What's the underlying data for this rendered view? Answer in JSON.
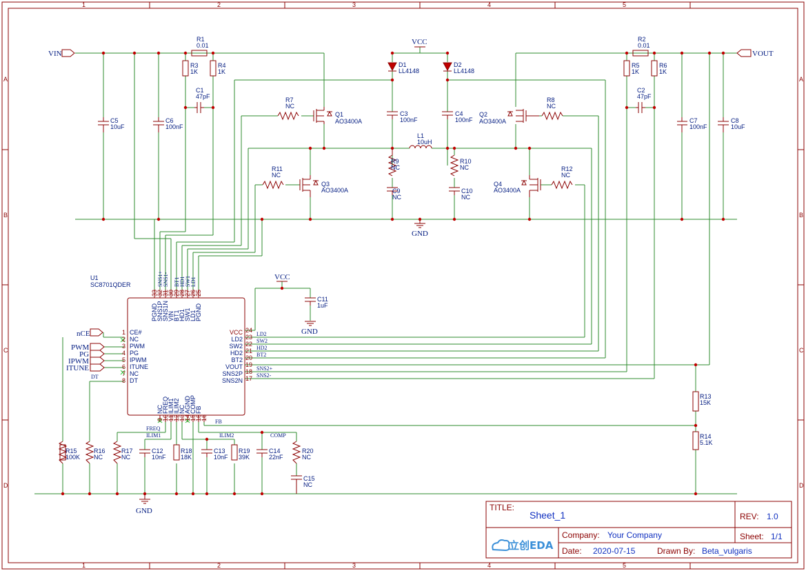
{
  "frame": {
    "columns": [
      "1",
      "2",
      "3",
      "4",
      "5"
    ],
    "rows": [
      "A",
      "B",
      "C",
      "D"
    ]
  },
  "title_block": {
    "title_label": "TITLE:",
    "title_value": "Sheet_1",
    "rev_label": "REV:",
    "rev_value": "1.0",
    "company_label": "Company:",
    "company_value": "Your Company",
    "sheet_label": "Sheet:",
    "sheet_value": "1/1",
    "date_label": "Date:",
    "date_value": "2020-07-15",
    "drawn_label": "Drawn By:",
    "drawn_value": "Beta_vulgaris",
    "logo_text": "立创EDA"
  },
  "ports": {
    "vin": "VIN",
    "vout": "VOUT",
    "nce": "nCE",
    "pwm": "PWM",
    "pg": "PG",
    "ipwm": "IPWM",
    "itune": "ITUNE",
    "dt": "DT"
  },
  "power": {
    "vcc_top": "VCC",
    "vcc_mid": "VCC",
    "gnd_mid": "GND",
    "gnd_c11": "GND",
    "gnd_bottom": "GND"
  },
  "ic": {
    "ref": "U1",
    "part": "SC8701QDER",
    "left_pins": [
      {
        "num": "1",
        "name": "CE#"
      },
      {
        "num": "2",
        "name": "NC"
      },
      {
        "num": "3",
        "name": "PWM"
      },
      {
        "num": "4",
        "name": "PG"
      },
      {
        "num": "5",
        "name": "IPWM"
      },
      {
        "num": "6",
        "name": "ITUNE"
      },
      {
        "num": "7",
        "name": "NC"
      },
      {
        "num": "8",
        "name": "DT"
      }
    ],
    "right_pins": [
      {
        "num": "24",
        "name": "VCC"
      },
      {
        "num": "23",
        "name": "LD2"
      },
      {
        "num": "22",
        "name": "SW2"
      },
      {
        "num": "21",
        "name": "HD2"
      },
      {
        "num": "20",
        "name": "BT2"
      },
      {
        "num": "19",
        "name": "VOUT"
      },
      {
        "num": "18",
        "name": "SNS2P"
      },
      {
        "num": "17",
        "name": "SNS2N"
      }
    ],
    "top_pins": [
      {
        "num": "33",
        "name": "PGND"
      },
      {
        "num": "32",
        "name": "SNS1P"
      },
      {
        "num": "31",
        "name": "SNS1N"
      },
      {
        "num": "30",
        "name": "VIN"
      },
      {
        "num": "29",
        "name": "BT1"
      },
      {
        "num": "28",
        "name": "HD1"
      },
      {
        "num": "27",
        "name": "SW1"
      },
      {
        "num": "26",
        "name": "LD1"
      },
      {
        "num": "25",
        "name": "PGND"
      }
    ],
    "bottom_pins": [
      {
        "num": "9",
        "name": "NC"
      },
      {
        "num": "10",
        "name": "FREQ"
      },
      {
        "num": "11",
        "name": "ILIM1"
      },
      {
        "num": "12",
        "name": "ILIM2"
      },
      {
        "num": "13",
        "name": "NC"
      },
      {
        "num": "14",
        "name": "AGND"
      },
      {
        "num": "15",
        "name": "COMP"
      },
      {
        "num": "16",
        "name": "FB"
      }
    ]
  },
  "nets": {
    "top": [
      "SNS1+",
      "SNS1-",
      "BT1",
      "HD1",
      "SW1",
      "LD1"
    ],
    "right": [
      "LD2",
      "SW2",
      "HD2",
      "BT2",
      "SNS2+",
      "SNS2-"
    ],
    "bottom": [
      "FREQ",
      "ILIM1",
      "ILIM2",
      "COMP",
      "FB"
    ]
  },
  "components": {
    "R1": {
      "ref": "R1",
      "value": "0.01"
    },
    "R2": {
      "ref": "R2",
      "value": "0.01"
    },
    "R3": {
      "ref": "R3",
      "value": "1K"
    },
    "R4": {
      "ref": "R4",
      "value": "1K"
    },
    "R5": {
      "ref": "R5",
      "value": "1K"
    },
    "R6": {
      "ref": "R6",
      "value": "1K"
    },
    "R7": {
      "ref": "R7",
      "value": "NC"
    },
    "R8": {
      "ref": "R8",
      "value": "NC"
    },
    "R9": {
      "ref": "R9",
      "value": "NC"
    },
    "R10": {
      "ref": "R10",
      "value": "NC"
    },
    "R11": {
      "ref": "R11",
      "value": "NC"
    },
    "R12": {
      "ref": "R12",
      "value": "NC"
    },
    "R13": {
      "ref": "R13",
      "value": "15K"
    },
    "R14": {
      "ref": "R14",
      "value": "5.1K"
    },
    "R15": {
      "ref": "R15",
      "value": "100K"
    },
    "R16": {
      "ref": "R16",
      "value": "NC"
    },
    "R17": {
      "ref": "R17",
      "value": "NC"
    },
    "R18": {
      "ref": "R18",
      "value": "18K"
    },
    "R19": {
      "ref": "R19",
      "value": "39K"
    },
    "R20": {
      "ref": "R20",
      "value": "NC"
    },
    "C1": {
      "ref": "C1",
      "value": "47pF"
    },
    "C2": {
      "ref": "C2",
      "value": "47pF"
    },
    "C3": {
      "ref": "C3",
      "value": "100nF"
    },
    "C4": {
      "ref": "C4",
      "value": "100nF"
    },
    "C5": {
      "ref": "C5",
      "value": "10uF"
    },
    "C6": {
      "ref": "C6",
      "value": "100nF"
    },
    "C7": {
      "ref": "C7",
      "value": "100nF"
    },
    "C8": {
      "ref": "C8",
      "value": "10uF"
    },
    "C9": {
      "ref": "C9",
      "value": "NC"
    },
    "C10": {
      "ref": "C10",
      "value": "NC"
    },
    "C11": {
      "ref": "C11",
      "value": "1uF"
    },
    "C12": {
      "ref": "C12",
      "value": "10nF"
    },
    "C13": {
      "ref": "C13",
      "value": "10nF"
    },
    "C14": {
      "ref": "C14",
      "value": "22nF"
    },
    "C15": {
      "ref": "C15",
      "value": "NC"
    },
    "D1": {
      "ref": "D1",
      "value": "LL4148"
    },
    "D2": {
      "ref": "D2",
      "value": "LL4148"
    },
    "L1": {
      "ref": "L1",
      "value": "10uH"
    },
    "Q1": {
      "ref": "Q1",
      "value": "AO3400A"
    },
    "Q2": {
      "ref": "Q2",
      "value": "AO3400A"
    },
    "Q3": {
      "ref": "Q3",
      "value": "AO3400A"
    },
    "Q4": {
      "ref": "Q4",
      "value": "AO3400A"
    }
  }
}
